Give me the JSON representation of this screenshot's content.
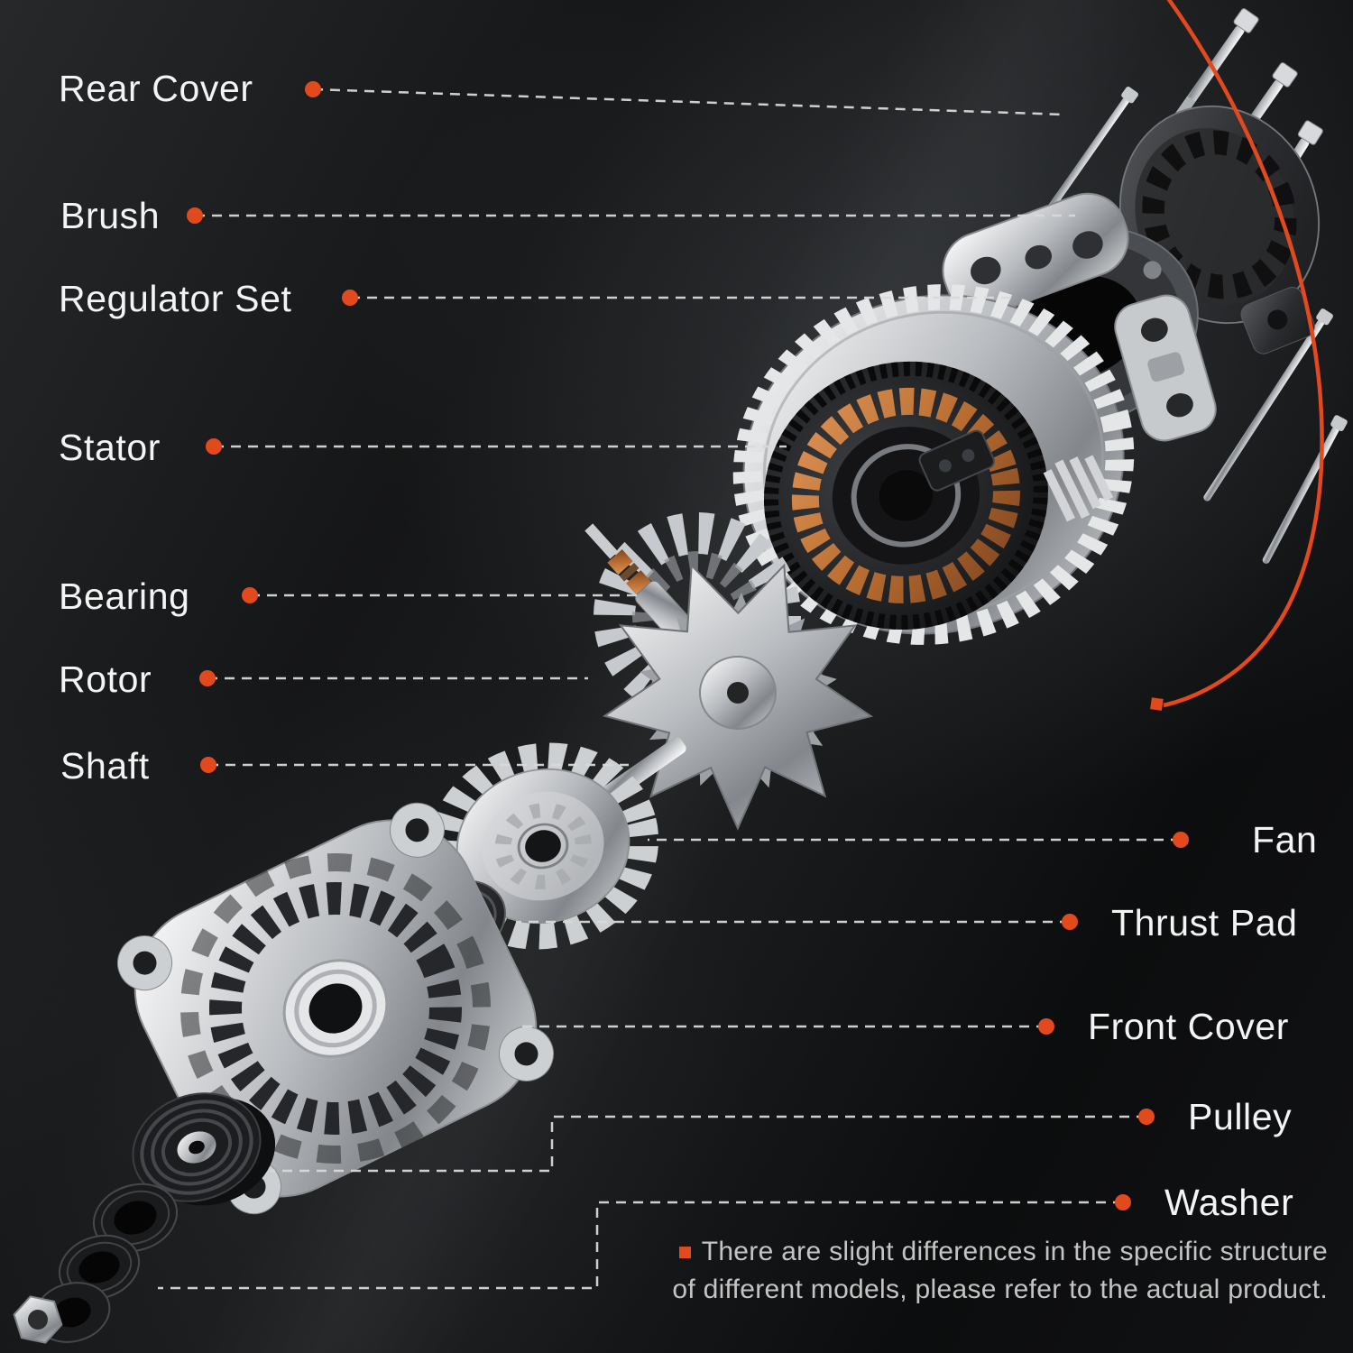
{
  "palette": {
    "background": "#121315",
    "accent": "#e2491d",
    "label_text": "#f4f4f4",
    "leader_line": "#d9d9d9",
    "disclaimer_text": "#c4c4c4"
  },
  "labels": {
    "left": [
      {
        "id": "rear-cover",
        "text": "Rear Cover"
      },
      {
        "id": "brush",
        "text": "Brush"
      },
      {
        "id": "regulator-set",
        "text": "Regulator Set"
      },
      {
        "id": "stator",
        "text": "Stator"
      },
      {
        "id": "bearing",
        "text": "Bearing"
      },
      {
        "id": "rotor",
        "text": "Rotor"
      },
      {
        "id": "shaft",
        "text": "Shaft"
      }
    ],
    "right": [
      {
        "id": "fan",
        "text": "Fan"
      },
      {
        "id": "thrust-pad",
        "text": "Thrust Pad"
      },
      {
        "id": "front-cover",
        "text": "Front Cover"
      },
      {
        "id": "pulley",
        "text": "Pulley"
      },
      {
        "id": "washer",
        "text": "Washer"
      }
    ]
  },
  "disclaimer": {
    "line1": "There are slight differences in the specific structure",
    "line2": "of different models, please refer to the actual product."
  }
}
